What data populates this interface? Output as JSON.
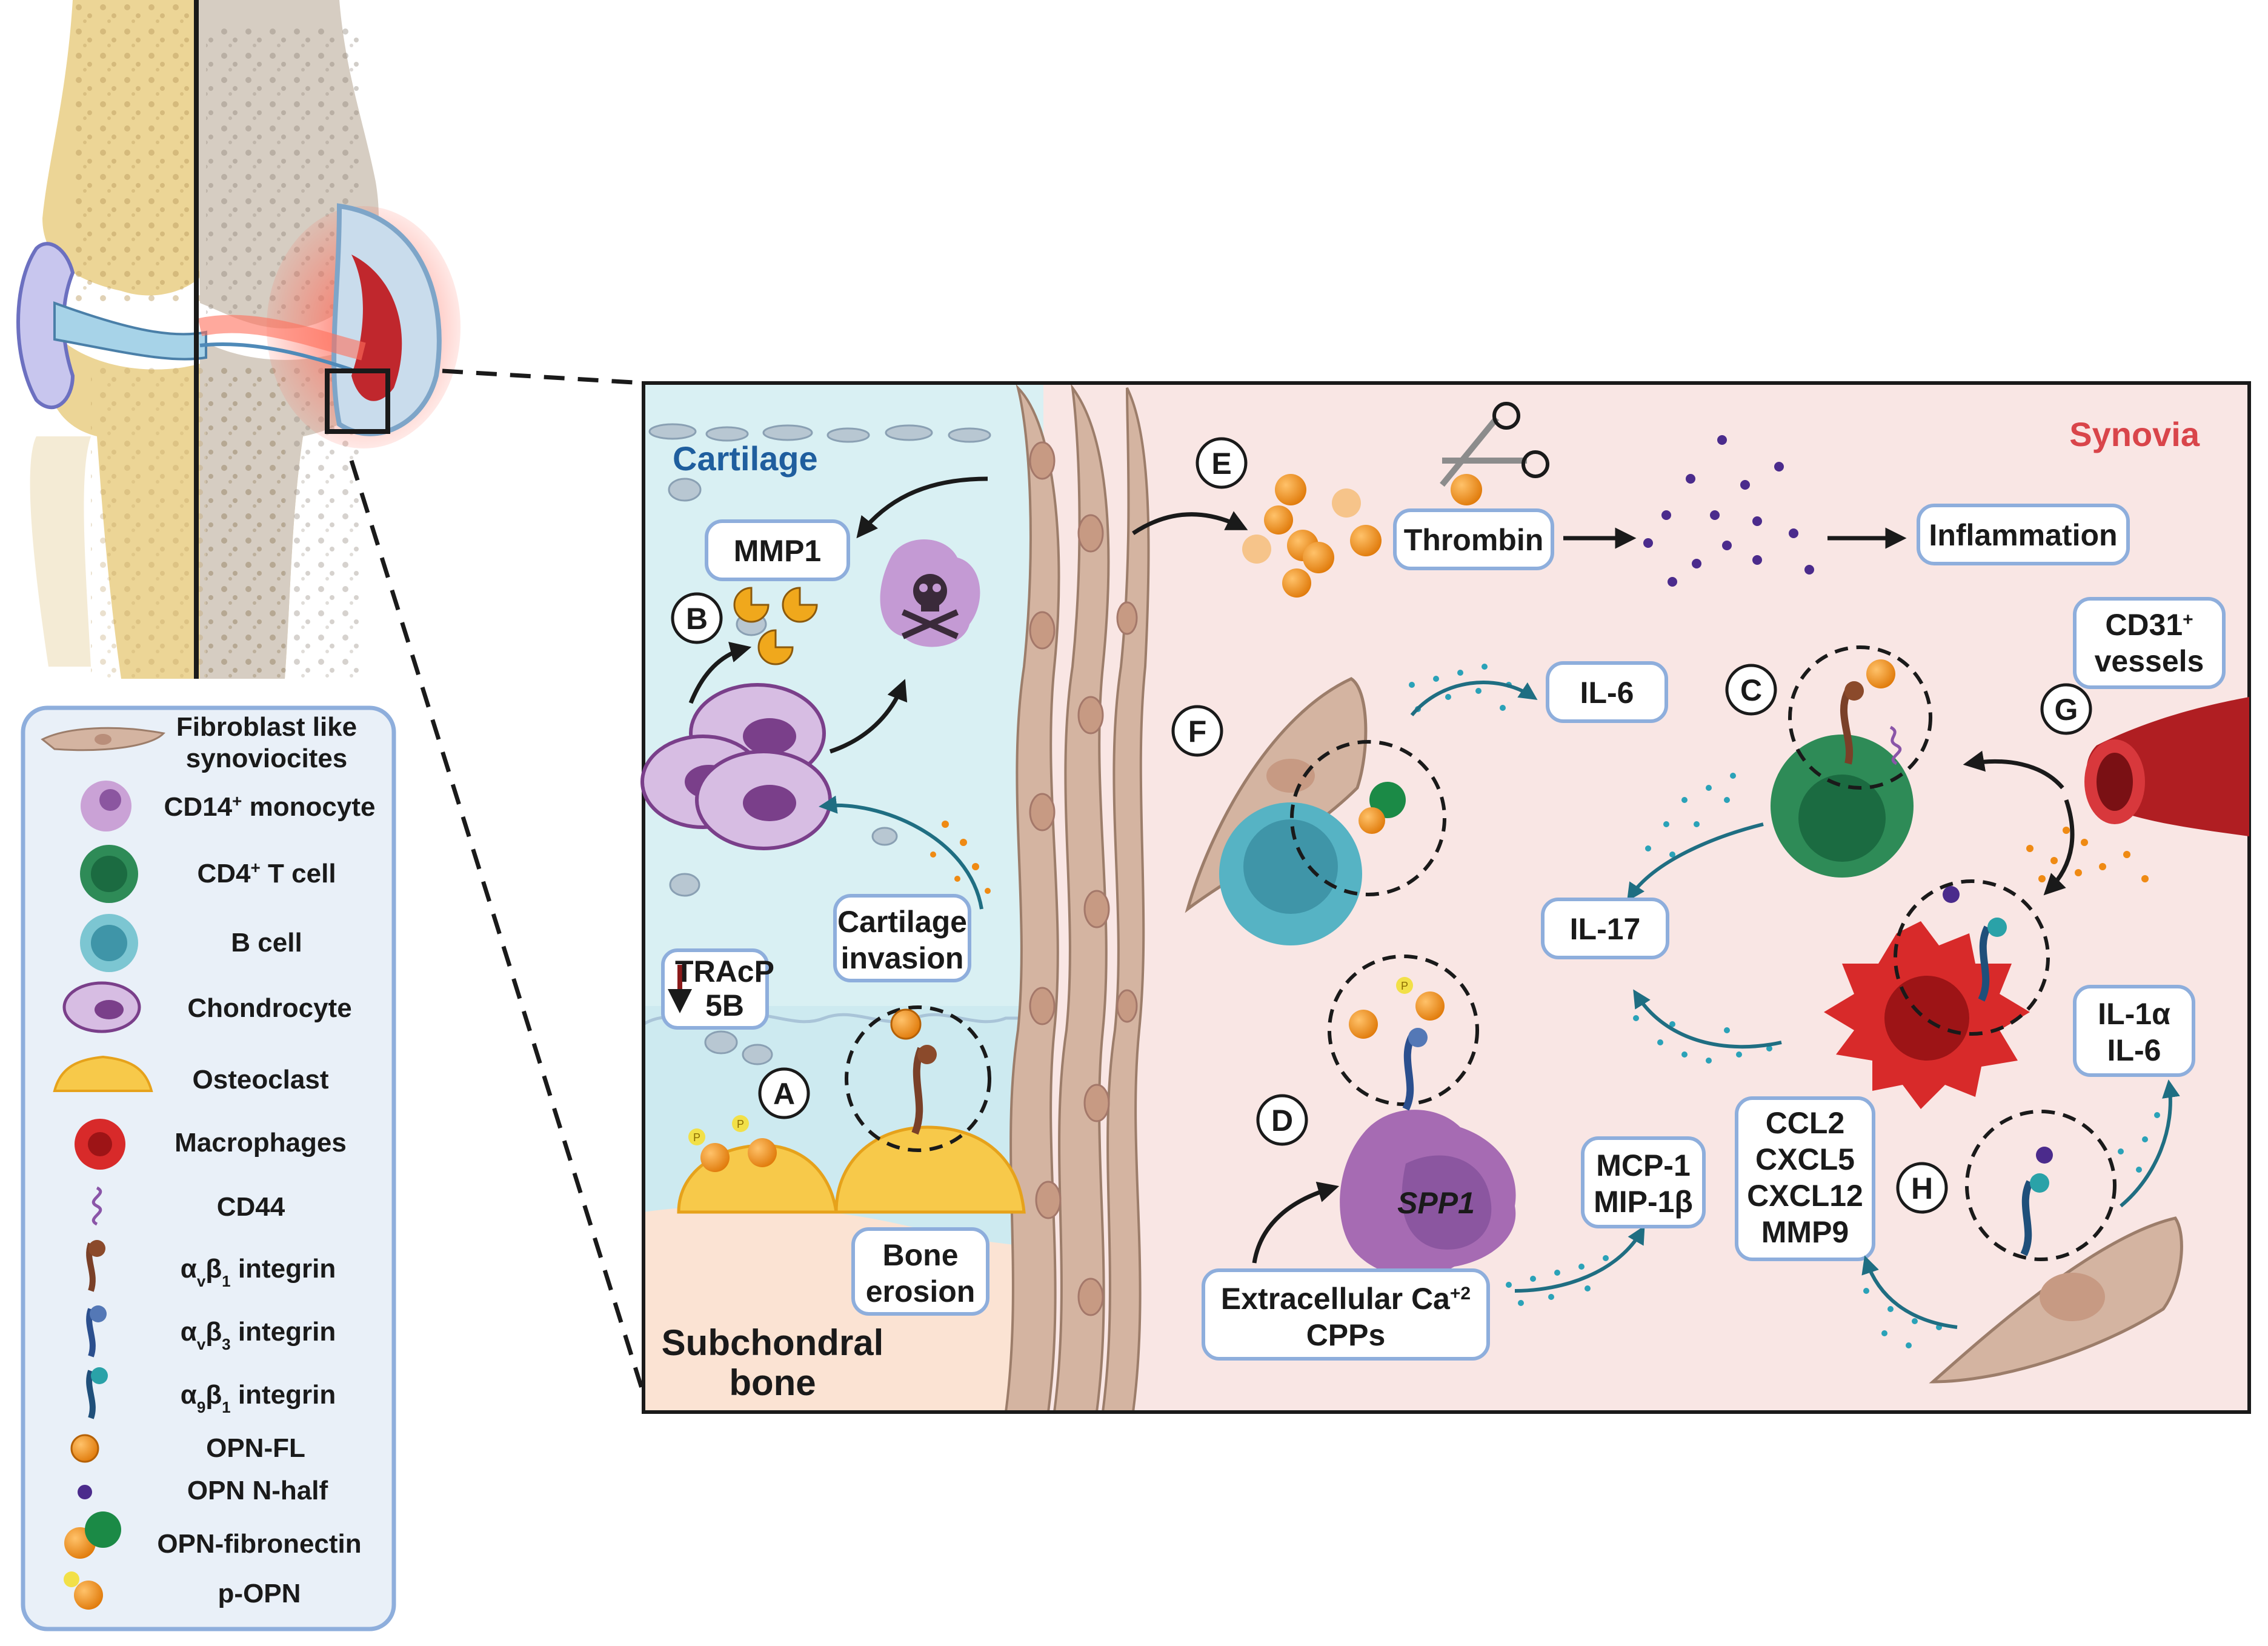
{
  "regions": {
    "cartilage": "Cartilage",
    "synovia": "Synovia",
    "subchondral_bone": [
      "Subchondral",
      "bone"
    ]
  },
  "labels": {
    "mmp1": "MMP1",
    "cartilage_invasion": [
      "Cartilage",
      "invasion"
    ],
    "tracp": [
      "TRAcP",
      "5B"
    ],
    "bone_erosion": [
      "Bone",
      "erosion"
    ],
    "thrombin": "Thrombin",
    "inflammation": "Inflammation",
    "il6_f": "IL-6",
    "il17": "IL-17",
    "cd31_vessels": [
      "CD31",
      "+",
      "vessels"
    ],
    "il1a_il6": [
      "IL-1α",
      "IL-6"
    ],
    "spp1": "SPP1",
    "mcp1": [
      "MCP-1",
      "MIP-1β"
    ],
    "chemokines": [
      "CCL2",
      "CXCL5",
      "CXCL12",
      "MMP9"
    ],
    "extracellular": [
      "Extracellular Ca",
      "+2",
      "CPPs"
    ],
    "phospho": "P"
  },
  "letters": [
    "A",
    "B",
    "C",
    "D",
    "E",
    "F",
    "G",
    "H"
  ],
  "legend": {
    "items": [
      {
        "label": "Fibroblast like",
        "label2": "synoviocites"
      },
      {
        "label": "CD14",
        "sup": "+",
        "rest": " monocyte"
      },
      {
        "label": "CD4",
        "sup": "+",
        "rest": " T cell"
      },
      {
        "label": "B cell"
      },
      {
        "label": "Chondrocyte"
      },
      {
        "label": "Osteoclast"
      },
      {
        "label": "Macrophages"
      },
      {
        "label": "CD44"
      },
      {
        "label": "α",
        "sub1": "v",
        "mid": "β",
        "sub2": "1",
        "rest": " integrin"
      },
      {
        "label": "α",
        "sub1": "v",
        "mid": "β",
        "sub2": "3",
        "rest": " integrin"
      },
      {
        "label": "α",
        "sub1": "9",
        "mid": "β",
        "sub2": "1",
        "rest": " integrin"
      },
      {
        "label": "OPN-FL"
      },
      {
        "label": "OPN N-half"
      },
      {
        "label": "OPN-fibronectin"
      },
      {
        "label": "p-OPN"
      }
    ]
  },
  "colors": {
    "cartilage_bg": "#d9f0f3",
    "synovia_bg": "#f9e6e4",
    "bone_bg": "#fbe3d3",
    "fibroblast": "#d4b4a1",
    "opn": "#ef8a13",
    "opn_n_half": "#4b2b8c",
    "cd4": "#2e8b57",
    "bcell": "#56b3c4",
    "macrophage": "#d82a2a",
    "monocyte": "#a66bb3",
    "box_border": "#8eaedc",
    "cartilage_title": "#1f5e9e",
    "synovia_title": "#d9454a"
  }
}
